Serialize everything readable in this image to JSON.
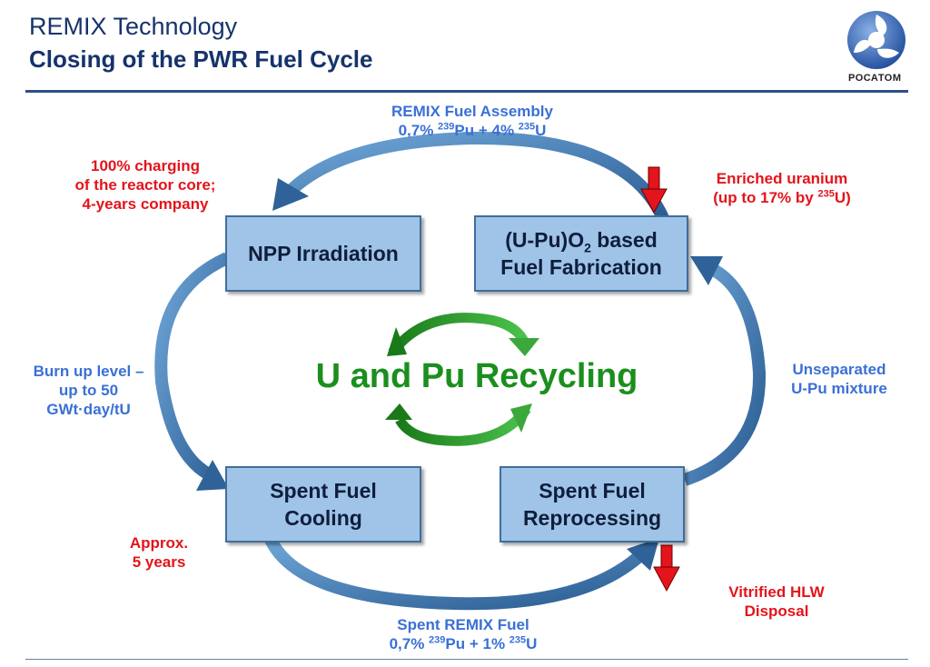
{
  "header": {
    "title": "REMIX Technology",
    "subtitle": "Closing of the PWR Fuel Cycle",
    "logo_text": "РОСАТОМ"
  },
  "boxes": {
    "npp": {
      "line1": "NPP Irradiation"
    },
    "fabrication": {
      "prefix": "(U-Pu)O",
      "sub": "2",
      "suffix": " based",
      "line2": "Fuel Fabrication"
    },
    "cooling": {
      "line1": "Spent Fuel",
      "line2": "Cooling"
    },
    "reprocessing": {
      "line1": "Spent Fuel",
      "line2": "Reprocessing"
    }
  },
  "labels": {
    "remix_assembly": {
      "line1": "REMIX Fuel Assembly",
      "pu_pct": "0,7% ",
      "pu_iso": "239",
      "pu_el": "Pu + 4% ",
      "u_iso": "235",
      "u_el": "U"
    },
    "charging": {
      "line1": "100% charging",
      "line2": "of the reactor core;",
      "line3": "4-years company"
    },
    "enriched": {
      "line1": "Enriched uranium",
      "line2_pre": "(up to 17% by ",
      "iso": "235",
      "line2_post": "U)"
    },
    "burnup": {
      "line1": "Burn up level –",
      "line2": "up to 50",
      "line3": "GWt·day/tU"
    },
    "unseparated": {
      "line1": "Unseparated",
      "line2": "U-Pu mixture"
    },
    "approx": {
      "line1": "Approx.",
      "line2": "5 years"
    },
    "vitrified": {
      "line1": "Vitrified HLW",
      "line2": "Disposal"
    },
    "spent_remix": {
      "line1": "Spent REMIX Fuel",
      "pu_pct": "0,7% ",
      "pu_iso": "239",
      "pu_el": "Pu + 1% ",
      "u_iso": "235",
      "u_el": "U"
    }
  },
  "center_label": "U and Pu Recycling",
  "colors": {
    "title": "#16336b",
    "box_fill": "#9fc4e8",
    "box_border": "#3f6e9c",
    "blue_label": "#3a70d6",
    "red_label": "#e3141b",
    "green": "#1b8f1d",
    "arrow_blue": "#2f6298"
  },
  "icons": [
    "rosatom-logo-icon",
    "red-down-arrow-icon",
    "green-recycle-arrows-icon"
  ]
}
